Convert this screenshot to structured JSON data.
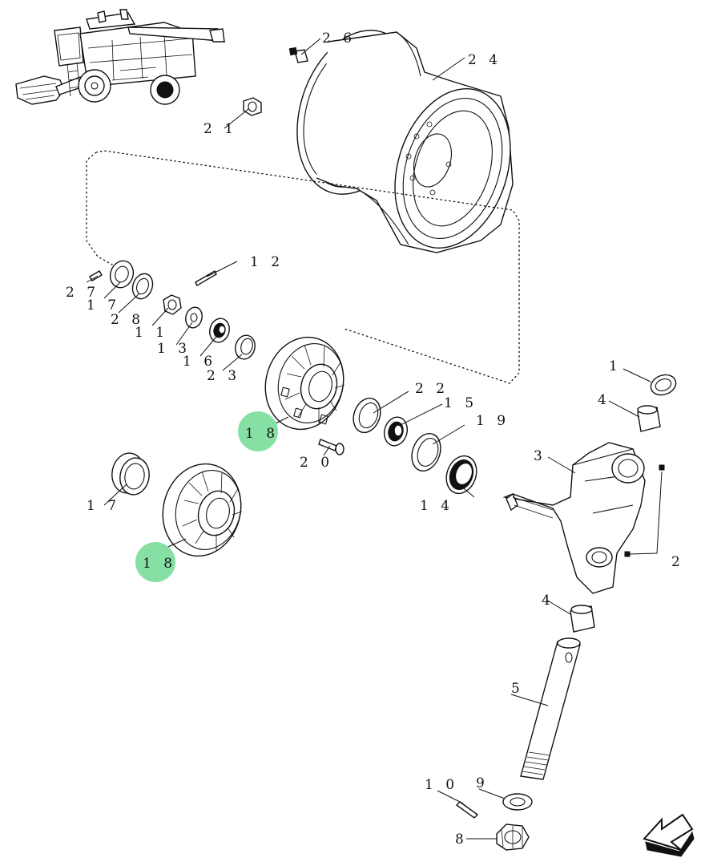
{
  "diagram": {
    "callouts": [
      {
        "id": "26",
        "text": "2 6"
      },
      {
        "id": "24",
        "text": "2 4"
      },
      {
        "id": "21",
        "text": "2 1"
      },
      {
        "id": "12",
        "text": "1 2"
      },
      {
        "id": "27",
        "text": "2 7"
      },
      {
        "id": "17a",
        "text": "1 7"
      },
      {
        "id": "28",
        "text": "2 8"
      },
      {
        "id": "11",
        "text": "1 1"
      },
      {
        "id": "13",
        "text": "1 3"
      },
      {
        "id": "16",
        "text": "1 6"
      },
      {
        "id": "23",
        "text": "2 3"
      },
      {
        "id": "22",
        "text": "2 2"
      },
      {
        "id": "15",
        "text": "1 5"
      },
      {
        "id": "19",
        "text": "1 9"
      },
      {
        "id": "18a",
        "text": "1 8"
      },
      {
        "id": "20",
        "text": "2 0"
      },
      {
        "id": "14",
        "text": "1 4"
      },
      {
        "id": "17b",
        "text": "1 7"
      },
      {
        "id": "18b",
        "text": "1 8"
      },
      {
        "id": "1",
        "text": "1"
      },
      {
        "id": "4a",
        "text": "4"
      },
      {
        "id": "3",
        "text": "3"
      },
      {
        "id": "2",
        "text": "2"
      },
      {
        "id": "4b",
        "text": "4"
      },
      {
        "id": "5",
        "text": "5"
      },
      {
        "id": "10",
        "text": "1 0"
      },
      {
        "id": "9",
        "text": "9"
      },
      {
        "id": "8",
        "text": "8"
      }
    ],
    "highlight_color": "#86e0a3",
    "highlighted_callouts": [
      "18a",
      "18b"
    ],
    "navigation": {
      "icon": "arrow-down-left-icon"
    }
  }
}
